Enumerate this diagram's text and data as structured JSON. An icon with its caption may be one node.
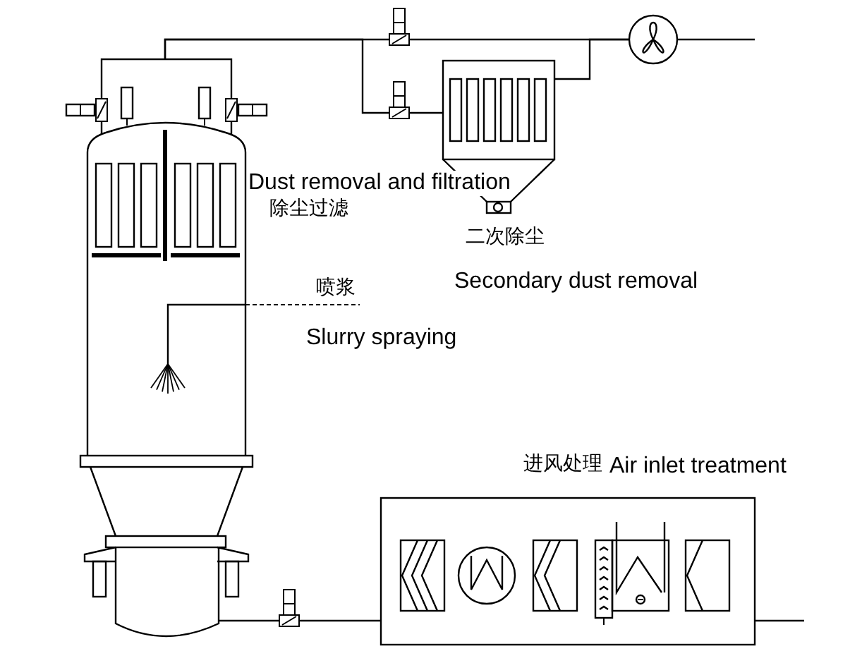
{
  "diagram": {
    "nodes": [
      {
        "text": [],
        "shape": "picture",
        "beside": [
          "Dust removal and filtration",
          "除尘过滤"
        ]
      },
      {
        "text": [],
        "shape": "picture",
        "beside": [
          "二次除尘",
          "Secondary dust removal"
        ]
      },
      {
        "text": [],
        "shape": "picture"
      },
      {
        "text": [],
        "shape": "picture",
        "beside": [
          "进风处理",
          "Air inlet treatment"
        ]
      }
    ],
    "edges": [
      {
        "from": 0,
        "to": 2,
        "arrow": "none"
      },
      {
        "from": 0,
        "to": 1,
        "arrow": "none"
      },
      {
        "from": 1,
        "to": 2,
        "arrow": "none"
      },
      {
        "from": 2,
        "to": null,
        "arrow": "none"
      },
      {
        "from": 3,
        "to": 0,
        "arrow": "none"
      },
      {
        "from": null,
        "to": 3,
        "arrow": "none"
      }
    ],
    "labels": [
      "喷浆",
      "Slurry spraying"
    ]
  }
}
